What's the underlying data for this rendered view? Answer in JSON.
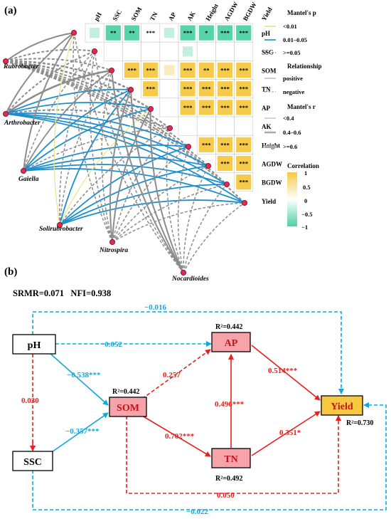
{
  "panel_a": {
    "label": "(a)",
    "variables": [
      "pH",
      "SSC",
      "SOM",
      "TN",
      "AP",
      "AK",
      "Height",
      "AGDW",
      "BGDW",
      "Yield"
    ],
    "significance": [
      [
        "",
        "**",
        "**",
        "***",
        "",
        "***",
        "*",
        "***",
        "***"
      ],
      [
        "",
        "",
        "",
        "",
        "",
        "",
        "",
        "",
        ""
      ],
      [
        "***",
        "***",
        "",
        "***",
        "**",
        "***",
        "***"
      ],
      [
        "***",
        "",
        "***",
        "***",
        "***",
        "***"
      ],
      [
        "",
        "***",
        "***",
        "***",
        "***"
      ],
      [
        "",
        "",
        "",
        ""
      ],
      [
        "***",
        "***",
        "***"
      ],
      [
        "***",
        "***"
      ],
      [
        "***"
      ]
    ],
    "correlation_sign": [
      [
        -1,
        -1,
        -1,
        0,
        -1,
        -1,
        -1,
        -1,
        -1
      ],
      [
        0,
        0,
        0,
        0,
        -1,
        0,
        0,
        0,
        0
      ],
      [
        1,
        1,
        1,
        1,
        1,
        1,
        1,
        1
      ],
      [
        1,
        0,
        1,
        1,
        1,
        1,
        1
      ],
      [
        0,
        1,
        1,
        1,
        1,
        1
      ],
      [
        0,
        0,
        0,
        0,
        0
      ],
      [
        1,
        1,
        1
      ],
      [
        1,
        1
      ],
      [
        1
      ]
    ],
    "taxa": [
      "Rubrobacter",
      "Arthrobacter",
      "Gaiella",
      "Solirubrobacter",
      "Nitrospira",
      "Nocardioides"
    ],
    "legend": {
      "mantel_p_title": "Mantel's p",
      "p_items": [
        "<0.01",
        "0.01–0.05",
        ">=0.05"
      ],
      "relationship_title": "Relationship",
      "relationship_items": [
        "positive",
        "negative"
      ],
      "mantel_r_title": "Mantel's r",
      "r_items": [
        "<0.4",
        "0.4–0.6",
        ">=0.6"
      ],
      "correlation_title": "Correlation",
      "correlation_ticks": [
        "1",
        "0.5",
        "0",
        "−0.5",
        "−1"
      ]
    },
    "colors": {
      "positive": "#f5c842",
      "negative": "#4fd1a5",
      "p_low": "#e8e08a",
      "p_mid": "#1a8fcf",
      "p_high": "#777777"
    }
  },
  "panel_b": {
    "label": "(b)",
    "fit": "SRMR=0.071   NFI=0.938",
    "nodes": {
      "pH": "pH",
      "SSC": "SSC",
      "SOM": "SOM",
      "AP": "AP",
      "TN": "TN",
      "Yield": "Yield"
    },
    "r2": {
      "SOM": "R²=0.442",
      "AP": "R²=0.442",
      "TN": "R²=0.492",
      "Yield": "R²=0.730"
    },
    "paths": {
      "pH_Yield": "−0.016",
      "pH_AP": "−0.052",
      "pH_SOM": "−0.538***",
      "pH_SSC": "0.030",
      "SSC_SOM": "−0.357***",
      "SOM_AP": "0.257",
      "SOM_TN": "0.702***",
      "TN_AP": "0.496***",
      "AP_Yield": "0.514***",
      "TN_Yield": "0.351*",
      "SOM_Yield": "0.050",
      "SSC_Yield": "−0.022"
    },
    "colors": {
      "positive": "#e8201c",
      "negative": "#11a7dd",
      "node_fill": "#f6a3aa",
      "yield_fill": "#f8c940"
    }
  }
}
